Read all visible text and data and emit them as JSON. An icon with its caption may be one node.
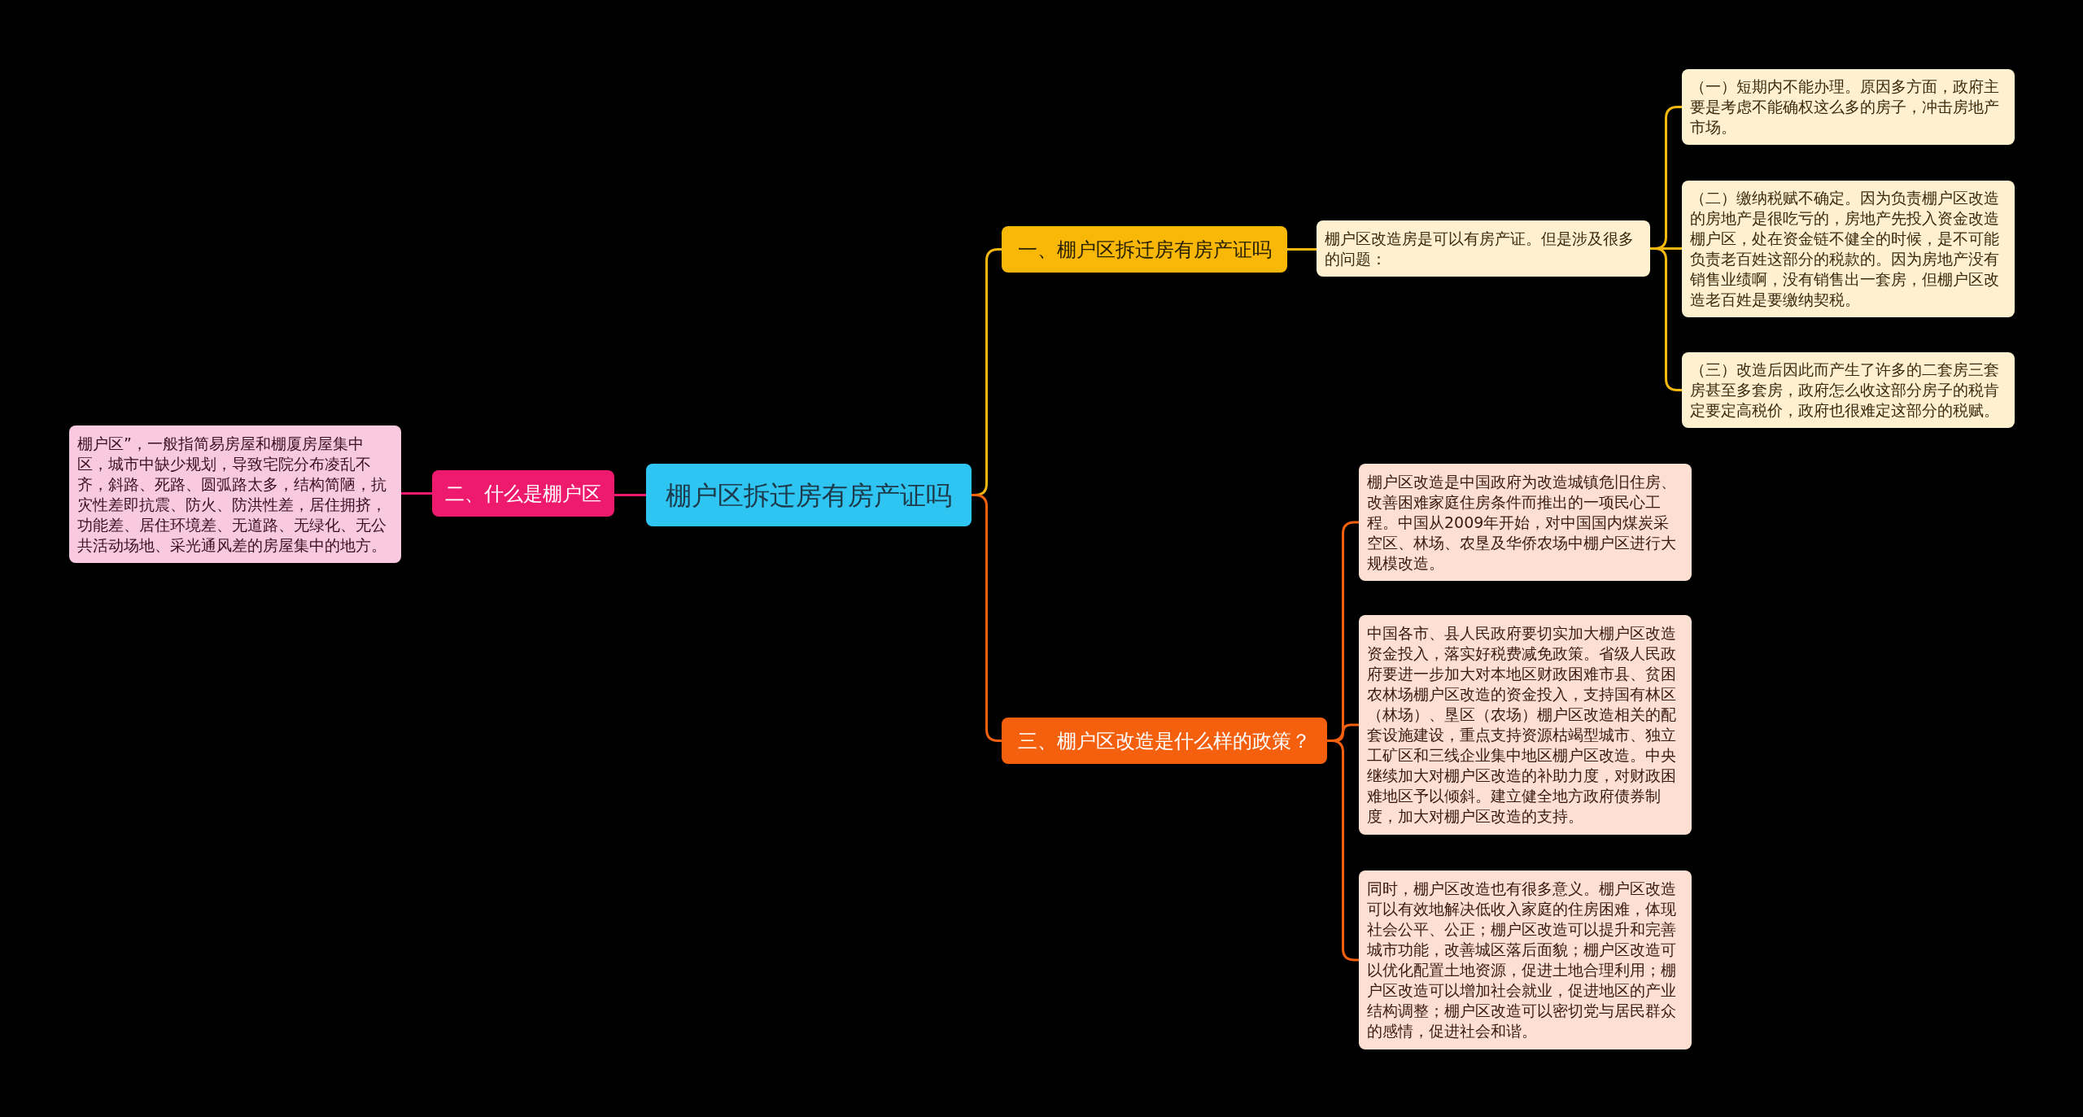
{
  "diagram": {
    "nodes": [
      {
        "text": [
          "棚户区拆迁房有房产证吗"
        ]
      },
      {
        "text": [
          "一、棚户区拆迁房有房产证吗"
        ]
      },
      {
        "text": [
          "棚户区改造房是可以有房产证。但是涉及很多的问题："
        ]
      },
      {
        "text": [
          "（一）短期内不能办理。原因多方面，政府主要是考虑不能确权这么多的房子，冲击房地产市场。"
        ]
      },
      {
        "text": [
          "（二）缴纳税赋不确定。因为负责棚户区改造的房地产是很吃亏的，房地产先投入资金改造棚户区，处在资金链不健全的时候，是不可能负责老百姓这部分的税款的。因为房地产没有销售业绩啊，没有销售出一套房，但棚户区改造老百姓是要缴纳契税。"
        ]
      },
      {
        "text": [
          "（三）改造后因此而产生了许多的二套房三套房甚至多套房，政府怎么收这部分房子的税肯定要定高税价，政府也很难定这部分的税赋。"
        ]
      },
      {
        "text": [
          "二、什么是棚户区"
        ]
      },
      {
        "text": [
          "棚户区”，一般指简易房屋和棚厦房屋集中区，城市中缺少规划，导致宅院分布凌乱不齐，斜路、死路、圆弧路太多，结构简陋，抗灾性差即抗震、防火、防洪性差，居住拥挤，功能差、居住环境差、无道路、无绿化、无公共活动场地、采光通风差的房屋集中的地方。"
        ]
      },
      {
        "text": [
          "三、棚户区改造是什么样的政策？"
        ]
      },
      {
        "text": [
          "棚户区改造是中国政府为改造城镇危旧住房、改善困难家庭住房条件而推出的一项民心工程。中国从2009年开始，对中国国内煤炭采空区、林场、农垦及华侨农场中棚户区进行大规模改造。"
        ]
      },
      {
        "text": [
          "中国各市、县人民政府要切实加大棚户区改造资金投入，落实好税费减免政策。省级人民政府要进一步加大对本地区财政困难市县、贫困农林场棚户区改造的资金投入，支持国有林区（林场）、垦区（农场）棚户区改造相关的配套设施建设，重点支持资源枯竭型城市、独立工矿区和三线企业集中地区棚户区改造。中央继续加大对棚户区改造的补助力度，对财政困难地区予以倾斜。建立健全地方政府债券制度，加大对棚户区改造的支持。"
        ]
      },
      {
        "text": [
          "同时，棚户区改造也有很多意义。棚户区改造可以有效地解决低收入家庭的住房困难，体现社会公平、公正；棚户区改造可以提升和完善城市功能，改善城区落后面貌；棚户区改造可以优化配置土地资源，促进土地合理利用；棚户区改造可以增加社会就业，促进地区的产业结构调整；棚户区改造可以密切党与居民群众的感情，促进社会和谐。"
        ]
      }
    ],
    "edges": [
      {
        "from": 0,
        "to": 1,
        "arrow": "none"
      },
      {
        "from": 1,
        "to": 2,
        "arrow": "none"
      },
      {
        "from": 2,
        "to": 3,
        "arrow": "none"
      },
      {
        "from": 2,
        "to": 4,
        "arrow": "none"
      },
      {
        "from": 2,
        "to": 5,
        "arrow": "none"
      },
      {
        "from": 0,
        "to": 6,
        "arrow": "none",
        "color": "#ee1a6e"
      },
      {
        "from": 6,
        "to": 7,
        "arrow": "none",
        "color": "#ee1a6e"
      },
      {
        "from": 0,
        "to": 8,
        "arrow": "none",
        "color": "#f4600e"
      },
      {
        "from": 8,
        "to": 9,
        "arrow": "none",
        "color": "#f4600e"
      },
      {
        "from": 8,
        "to": 10,
        "arrow": "none",
        "color": "#f4600e"
      },
      {
        "from": 8,
        "to": 11,
        "arrow": "none",
        "color": "#f4600e"
      }
    ]
  }
}
